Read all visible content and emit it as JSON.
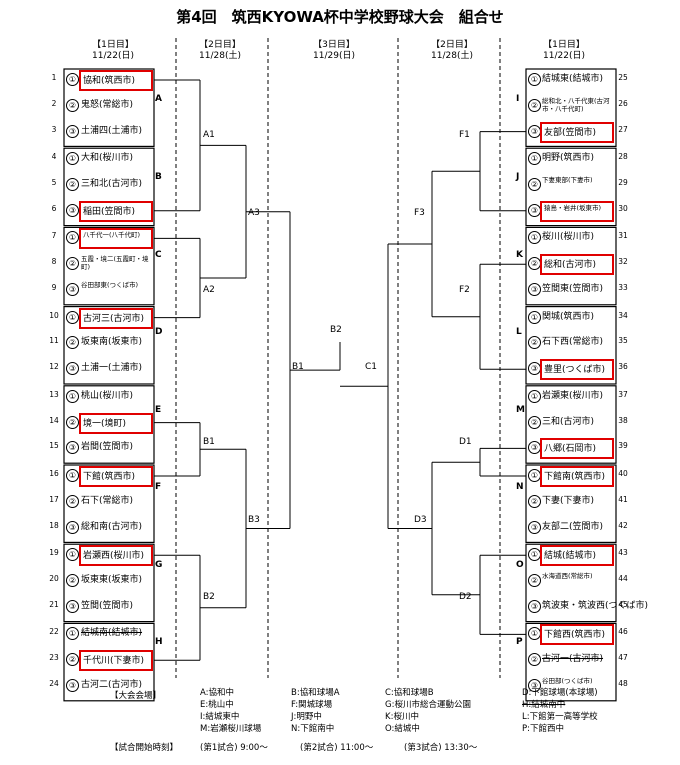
{
  "title": "第4回　筑西KYOWA杯中学校野球大会　組合せ",
  "headers": {
    "day1_left": {
      "label": "【1日目】",
      "date": "11/22(日)"
    },
    "day2_left": {
      "label": "【2日目】",
      "date": "11/28(土)"
    },
    "day3": {
      "label": "【3日目】",
      "date": "11/29(日)"
    },
    "day2_right": {
      "label": "【2日目】",
      "date": "11/28(土)"
    },
    "day1_right": {
      "label": "【1日目】",
      "date": "11/22(日)"
    }
  },
  "groups_left": [
    "A",
    "B",
    "C",
    "D",
    "E",
    "F",
    "G",
    "H"
  ],
  "groups_right": [
    "I",
    "J",
    "K",
    "L",
    "M",
    "N",
    "O",
    "P"
  ],
  "left_teams": [
    {
      "num": "1",
      "seed": "①",
      "name": "協和(筑西市)",
      "hl": true
    },
    {
      "num": "2",
      "seed": "②",
      "name": "鬼怒(常総市)",
      "hl": false
    },
    {
      "num": "3",
      "seed": "③",
      "name": "土浦四(土浦市)",
      "hl": false
    },
    {
      "num": "4",
      "seed": "①",
      "name": "大和(桜川市)",
      "hl": false
    },
    {
      "num": "5",
      "seed": "②",
      "name": "三和北(古河市)",
      "hl": false
    },
    {
      "num": "6",
      "seed": "③",
      "name": "稲田(笠間市)",
      "hl": true
    },
    {
      "num": "7",
      "seed": "①",
      "name": "八千代一(八千代町)",
      "hl": true,
      "small": true
    },
    {
      "num": "8",
      "seed": "②",
      "name": "五霞・境二(五霞町・境町)",
      "hl": false,
      "small": true
    },
    {
      "num": "9",
      "seed": "③",
      "name": "谷田部東(つくば市)",
      "hl": false,
      "small": true
    },
    {
      "num": "10",
      "seed": "①",
      "name": "古河三(古河市)",
      "hl": true
    },
    {
      "num": "11",
      "seed": "②",
      "name": "坂東南(坂東市)",
      "hl": false
    },
    {
      "num": "12",
      "seed": "③",
      "name": "土浦一(土浦市)",
      "hl": false
    },
    {
      "num": "13",
      "seed": "①",
      "name": "桃山(桜川市)",
      "hl": false
    },
    {
      "num": "14",
      "seed": "②",
      "name": "境一(境町)",
      "hl": true
    },
    {
      "num": "15",
      "seed": "③",
      "name": "岩間(笠間市)",
      "hl": false
    },
    {
      "num": "16",
      "seed": "①",
      "name": "下館(筑西市)",
      "hl": true
    },
    {
      "num": "17",
      "seed": "②",
      "name": "石下(常総市)",
      "hl": false
    },
    {
      "num": "18",
      "seed": "③",
      "name": "総和南(古河市)",
      "hl": false
    },
    {
      "num": "19",
      "seed": "①",
      "name": "岩瀬西(桜川市)",
      "hl": true
    },
    {
      "num": "20",
      "seed": "②",
      "name": "坂東東(坂東市)",
      "hl": false
    },
    {
      "num": "21",
      "seed": "③",
      "name": "笠間(笠間市)",
      "hl": false
    },
    {
      "num": "22",
      "seed": "①",
      "name": "結城南(結城市)",
      "hl": false,
      "strike": true
    },
    {
      "num": "23",
      "seed": "②",
      "name": "千代川(下妻市)",
      "hl": true
    },
    {
      "num": "24",
      "seed": "③",
      "name": "古河二(古河市)",
      "hl": false
    }
  ],
  "right_teams": [
    {
      "num": "25",
      "seed": "①",
      "name": "結城東(結城市)",
      "hl": false
    },
    {
      "num": "26",
      "seed": "②",
      "name": "総和北・八千代東(古河市・八千代町)",
      "hl": false,
      "small": true
    },
    {
      "num": "27",
      "seed": "③",
      "name": "友部(笠間市)",
      "hl": true
    },
    {
      "num": "28",
      "seed": "①",
      "name": "明野(筑西市)",
      "hl": false
    },
    {
      "num": "29",
      "seed": "②",
      "name": "下妻東部(下妻市)",
      "hl": false,
      "small": true
    },
    {
      "num": "30",
      "seed": "③",
      "name": "猿島・岩井(坂東市)",
      "hl": true,
      "small": true
    },
    {
      "num": "31",
      "seed": "①",
      "name": "桜川(桜川市)",
      "hl": false
    },
    {
      "num": "32",
      "seed": "②",
      "name": "総和(古河市)",
      "hl": true
    },
    {
      "num": "33",
      "seed": "③",
      "name": "笠間東(笠間市)",
      "hl": false
    },
    {
      "num": "34",
      "seed": "①",
      "name": "関城(筑西市)",
      "hl": false
    },
    {
      "num": "35",
      "seed": "②",
      "name": "石下西(常総市)",
      "hl": false
    },
    {
      "num": "36",
      "seed": "③",
      "name": "豊里(つくば市)",
      "hl": true
    },
    {
      "num": "37",
      "seed": "①",
      "name": "岩瀬東(桜川市)",
      "hl": false
    },
    {
      "num": "38",
      "seed": "②",
      "name": "三和(古河市)",
      "hl": false
    },
    {
      "num": "39",
      "seed": "③",
      "name": "八郷(石岡市)",
      "hl": true
    },
    {
      "num": "40",
      "seed": "①",
      "name": "下館南(筑西市)",
      "hl": true
    },
    {
      "num": "41",
      "seed": "②",
      "name": "下妻(下妻市)",
      "hl": false
    },
    {
      "num": "42",
      "seed": "③",
      "name": "友部二(笠間市)",
      "hl": false
    },
    {
      "num": "43",
      "seed": "①",
      "name": "結城(結城市)",
      "hl": true
    },
    {
      "num": "44",
      "seed": "②",
      "name": "水海道西(常総市)",
      "hl": false,
      "small": true
    },
    {
      "num": "45",
      "seed": "③",
      "name": "筑波東・筑波西(つくば市)",
      "hl": false
    },
    {
      "num": "46",
      "seed": "①",
      "name": "下館西(筑西市)",
      "hl": true
    },
    {
      "num": "47",
      "seed": "②",
      "name": "古河一(古河市)",
      "hl": false,
      "strike": true
    },
    {
      "num": "48",
      "seed": "③",
      "name": "谷田部(つくば市)",
      "hl": false,
      "small": true
    }
  ],
  "bracket_labels": [
    "A1",
    "A2",
    "A3",
    "B1",
    "B2",
    "B3",
    "B1",
    "B2",
    "C1",
    "F1",
    "F2",
    "F3",
    "D1",
    "D2",
    "D3"
  ],
  "venues": {
    "heading": "【大会会場】",
    "col1": [
      "A:協和中",
      "E:桃山中",
      "I:結城東中",
      "M:岩瀬桜川球場"
    ],
    "col2": [
      "B:協和球場A",
      "F:関城球場",
      "J:明野中",
      "N:下館南中"
    ],
    "col3": [
      "C:協和球場B",
      "G:桜川市総合運動公園",
      "K:桜川中",
      "O:結城中"
    ],
    "col4": [
      "D:下館球場(本球場)",
      "H:結城南中",
      "L:下館第一高等学校",
      "P:下館西中"
    ]
  },
  "times": {
    "heading": "【試合開始時刻】",
    "first": "(第1試合) 9:00～",
    "second": "(第2試合) 11:00～",
    "third": "(第3試合) 13:30～"
  },
  "colors": {
    "highlight": "#e00000",
    "line": "#000000"
  }
}
